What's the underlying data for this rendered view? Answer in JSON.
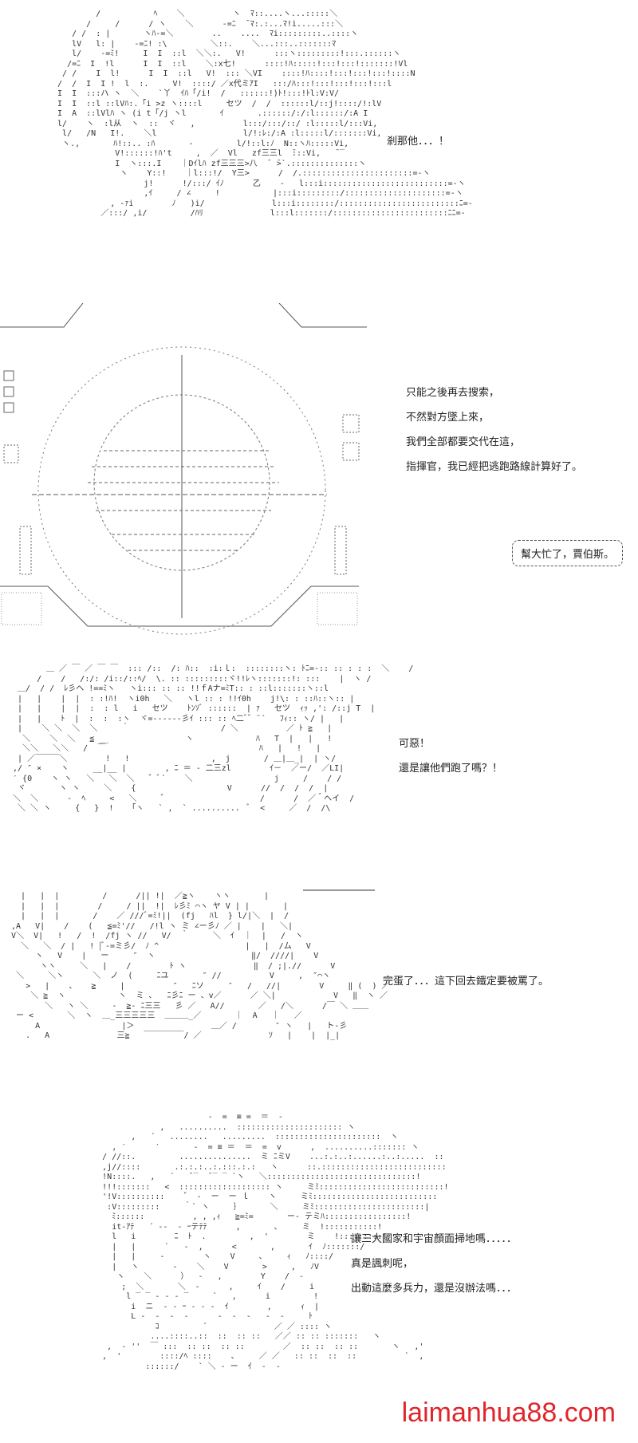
{
  "panels": [
    {
      "lines": [
        "剎那他．．．！"
      ]
    },
    {
      "lines": [
        "只能之後再去搜索，",
        "不然對方墜上來，",
        "我們全部都要交代在這，",
        "指揮官，我已經把逃跑路線計算好了。"
      ],
      "bubble": "幫大忙了，賈伯斯。"
    },
    {
      "lines": [
        "可惡！",
        "還是讓他們跑了嗎？！"
      ]
    },
    {
      "lines": [
        "完蛋了．．．這下回去鐵定要被罵了。"
      ]
    },
    {
      "lines": [
        "讓三大國家和宇宙顏面掃地嗎．．．．．",
        "真是諷刺呢，",
        "出動這麼多兵力，還是沒辦法嗎．．．"
      ]
    }
  ],
  "watermark": "laimanhua88.com"
}
